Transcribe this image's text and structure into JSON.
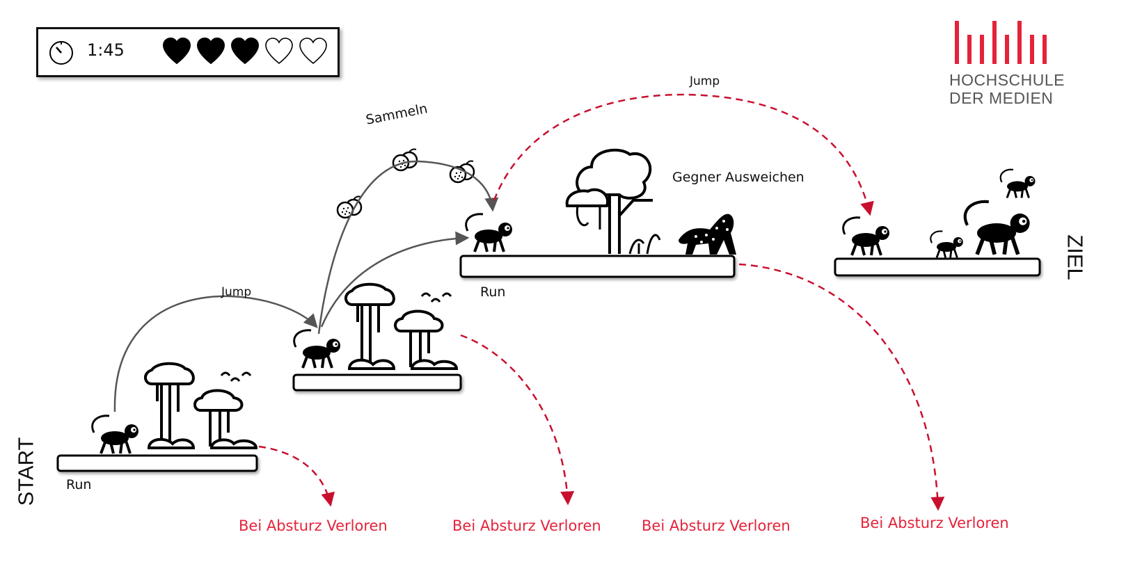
{
  "hud": {
    "timer": "1:45",
    "hearts": [
      "filled",
      "filled",
      "filled",
      "empty",
      "empty"
    ],
    "timer_icon": "stopwatch-icon"
  },
  "logo": {
    "line1": "HOCHSCHULE",
    "line2": "DER MEDIEN",
    "color": "#e4233a"
  },
  "labels": {
    "start": "START",
    "goal": "ZIEL",
    "run_1": "Run",
    "run_2": "Run",
    "jump_1": "Jump",
    "jump_2": "Jump",
    "collect": "Sammeln",
    "dodge_enemy": "Gegner Ausweichen"
  },
  "fail_labels": [
    "Bei Absturz Verloren",
    "Bei Absturz Verloren",
    "Bei Absturz Verloren",
    "Bei Absturz Verloren"
  ],
  "colors": {
    "path_gray": "#555555",
    "fail_red": "#c8102e",
    "text_red": "#e4233a"
  }
}
